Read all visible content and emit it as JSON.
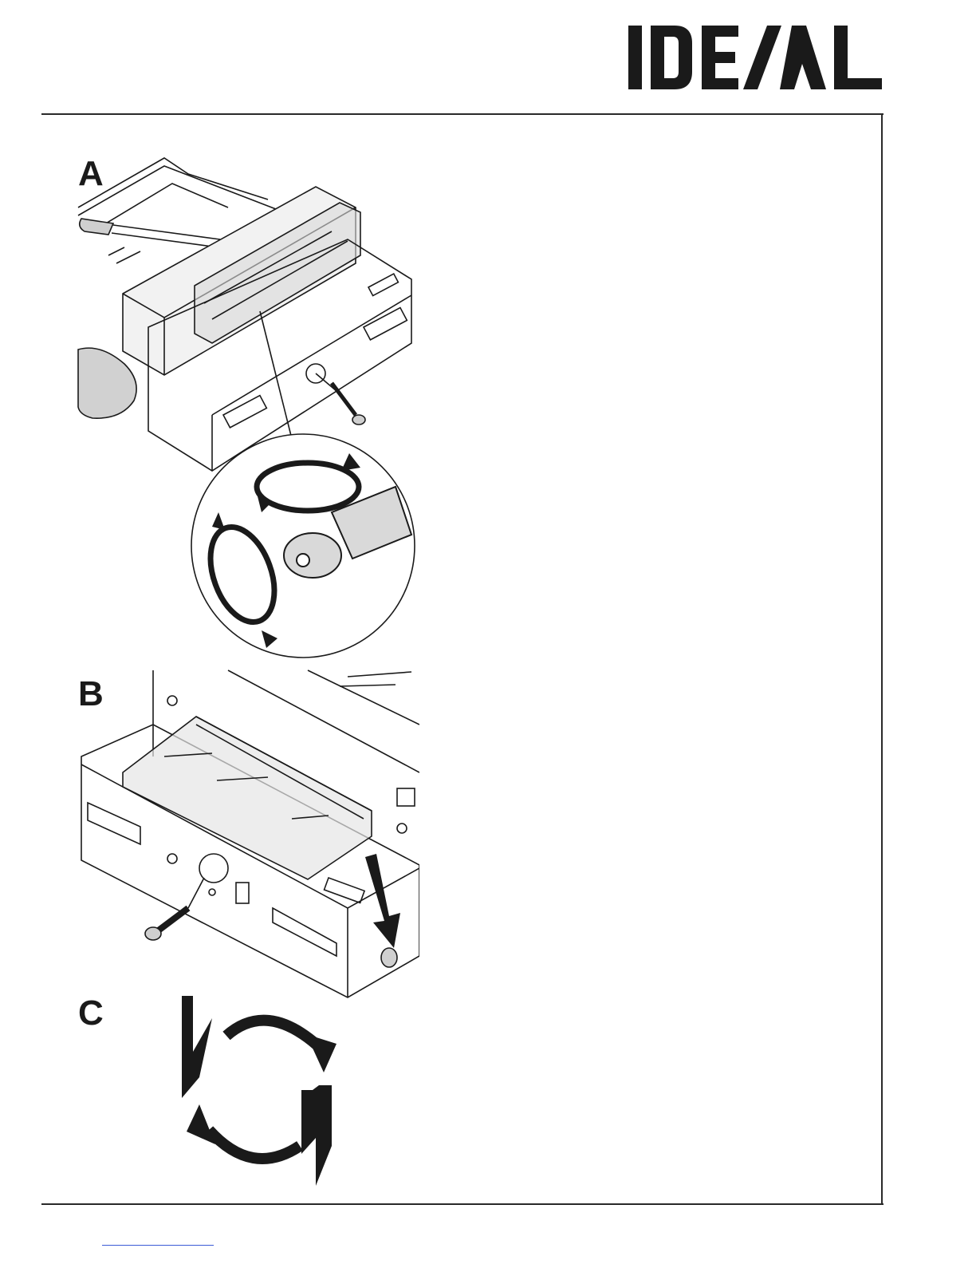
{
  "brand": {
    "logo_text": "IDEAL"
  },
  "figures": [
    {
      "label": "A",
      "icon": "cutter-blade-adjustment-illustration"
    },
    {
      "label": "B",
      "icon": "cutter-front-knob-illustration"
    },
    {
      "label": "C",
      "icon": "blade-rotation-symbol"
    }
  ],
  "colors": {
    "ink": "#1a1a1a",
    "line": "#2a2a2a",
    "link": "#3b5bd6"
  }
}
